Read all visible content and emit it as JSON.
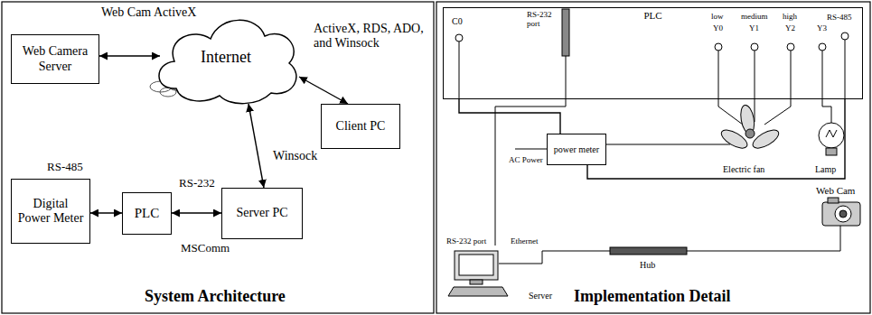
{
  "diagram": {
    "nodes": [
      {
        "text": [
          "Web Camera Server"
        ]
      },
      {
        "text": [
          "Internet"
        ]
      },
      {
        "text": [
          "Client PC"
        ]
      },
      {
        "text": [
          "Digital Power Meter"
        ]
      },
      {
        "text": [
          "PLC"
        ]
      },
      {
        "text": [
          "Server PC"
        ]
      },
      {
        "text": [
          "PLC"
        ]
      },
      {
        "text": [
          "power meter"
        ]
      }
    ],
    "edges": [
      {
        "from": 0,
        "to": 1,
        "label": "Web Cam ActiveX",
        "arrow": "both"
      },
      {
        "from": 1,
        "to": 2,
        "label": "ActiveX, RDS, ADO, and Winsock",
        "arrow": "both"
      },
      {
        "from": 3,
        "to": 4,
        "label": "RS-485",
        "arrow": "both"
      },
      {
        "from": 4,
        "to": 5,
        "label": "RS-232",
        "arrow": "both"
      },
      {
        "from": 5,
        "to": 1,
        "label": "Winsock",
        "arrow": "both"
      },
      {
        "from": 6,
        "to": 7,
        "arrow": "none"
      },
      {
        "from": 6,
        "to": 7,
        "arrow": "none"
      }
    ],
    "labels": [
      "MSComm",
      "System Architecture",
      "Implementation Detail",
      "C0",
      "RS-232 port",
      "low",
      "medium",
      "high",
      "Y0",
      "Y1",
      "Y2",
      "Y3",
      "RS-485",
      "AC Power",
      "Electric fan",
      "Lamp",
      "Web Cam",
      "RS-232 port",
      "Ethernet",
      "Server",
      "Hub"
    ]
  }
}
